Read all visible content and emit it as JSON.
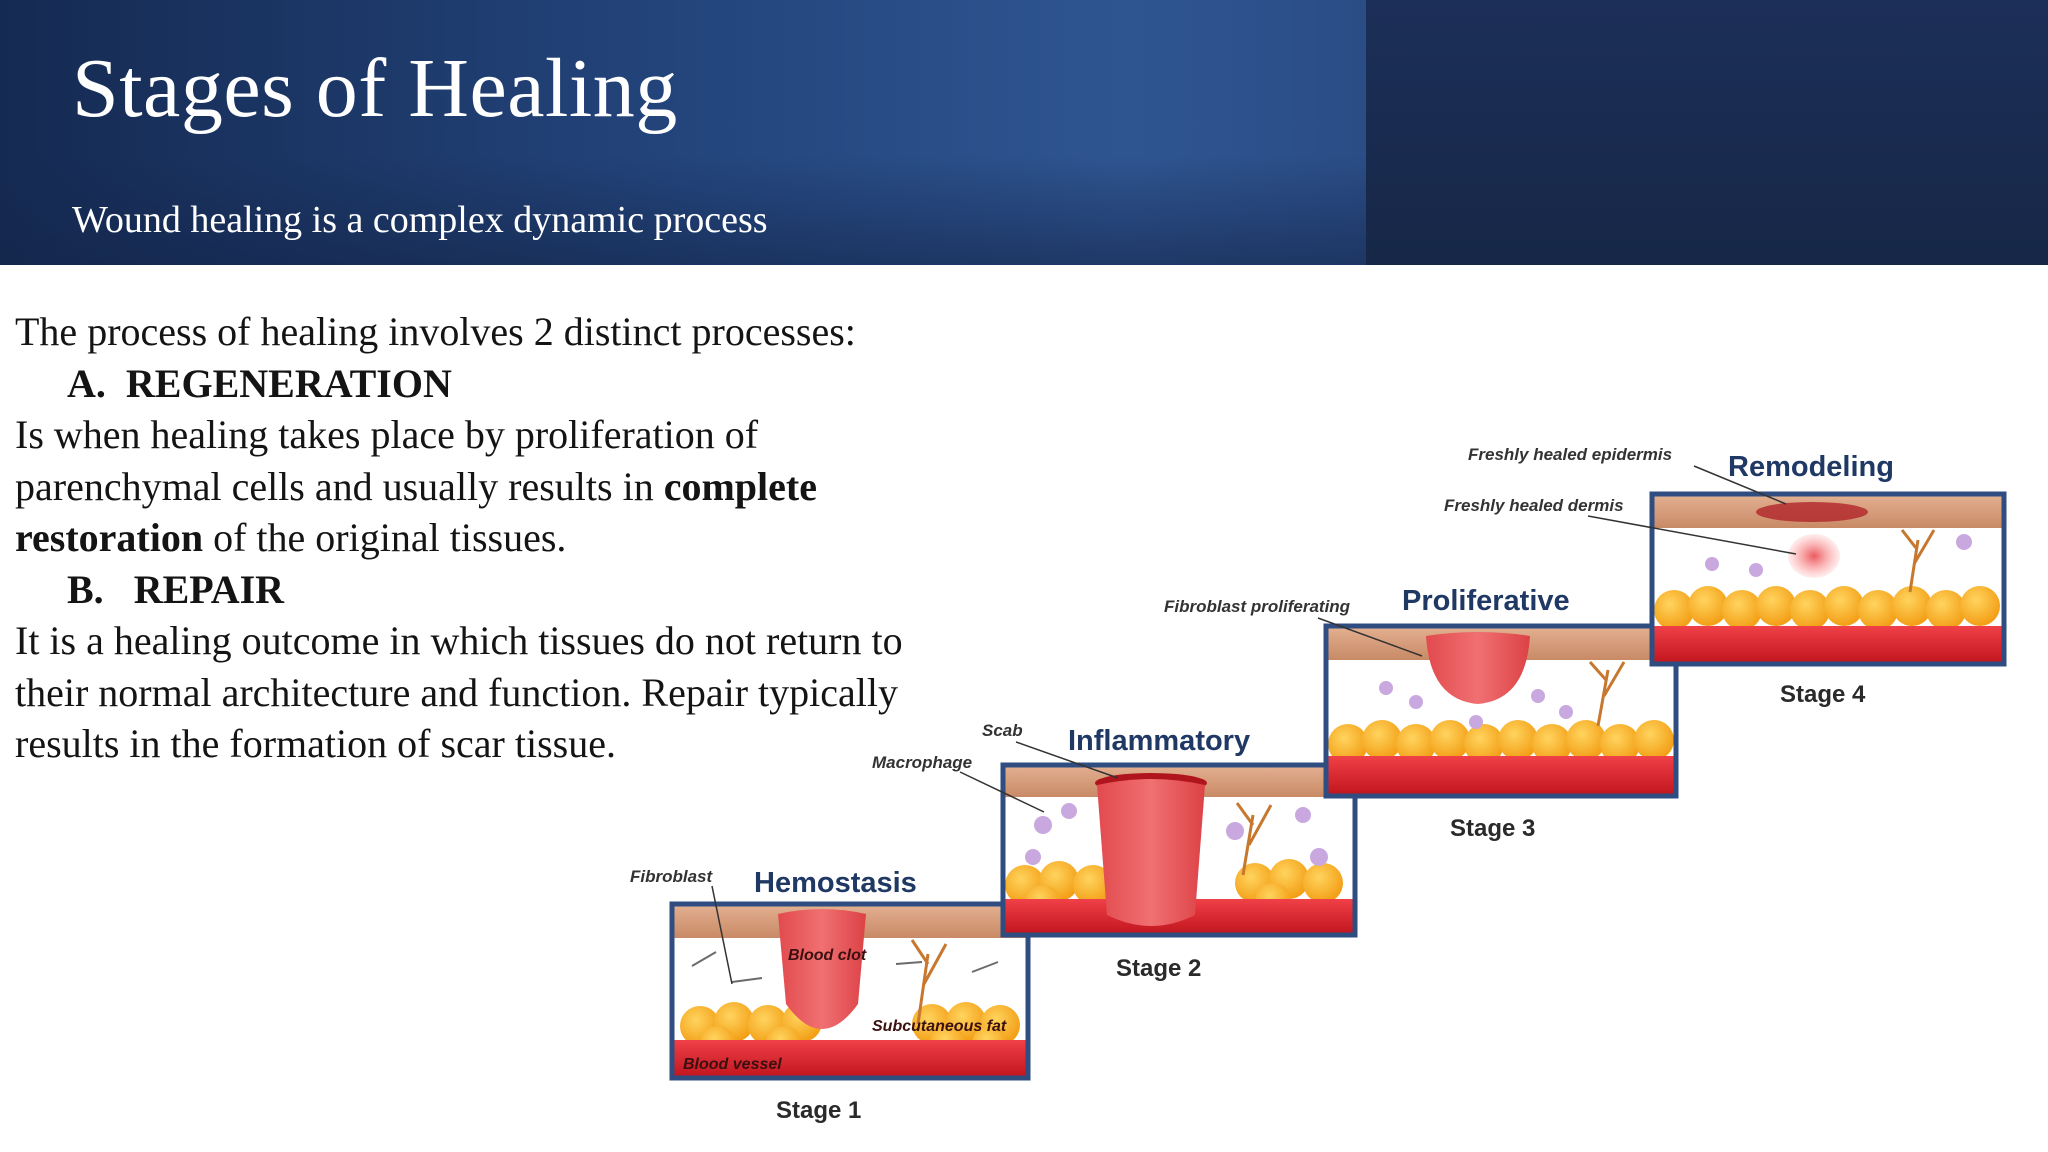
{
  "header": {
    "title": "Stages of Healing",
    "subtitle": "Wound healing is a complex dynamic process"
  },
  "body": {
    "intro": "The process of healing involves 2 distinct processes:",
    "regeneration": {
      "label": "A.",
      "heading": "REGENERATION",
      "line1": "Is when healing takes place by proliferation of",
      "line2_start": "parenchymal cells and usually results in ",
      "line2_bold": "complete",
      "line3_bold": "restoration",
      "line3_end": " of the original tissues."
    },
    "repair": {
      "label": "B.",
      "heading": "REPAIR",
      "line1": "It is a healing outcome in which tissues do not return to",
      "line2": "their normal architecture and function. Repair typically",
      "line3": "results in the formation of scar tissue."
    }
  },
  "diagram": {
    "stages": [
      {
        "title": "Hemostasis",
        "label": "Stage 1"
      },
      {
        "title": "Inflammatory",
        "label": "Stage 2"
      },
      {
        "title": "Proliferative",
        "label": "Stage 3"
      },
      {
        "title": "Remodeling",
        "label": "Stage 4"
      }
    ],
    "annotations": {
      "fibroblast": "Fibroblast",
      "blood_clot": "Blood clot",
      "subcutaneous_fat": "Subcutaneous fat",
      "blood_vessel": "Blood vessel",
      "scab": "Scab",
      "macrophage": "Macrophage",
      "fibroblast_proliferating": "Fibroblast proliferating",
      "freshly_healed_epidermis": "Freshly healed epidermis",
      "freshly_healed_dermis": "Freshly healed dermis"
    },
    "colors": {
      "frame": "#2f4d80",
      "skin": "#d49a78",
      "fat": "#f5a623",
      "vessel": "#e0252e",
      "clot": "#e8585a",
      "title": "#1f3864"
    }
  }
}
